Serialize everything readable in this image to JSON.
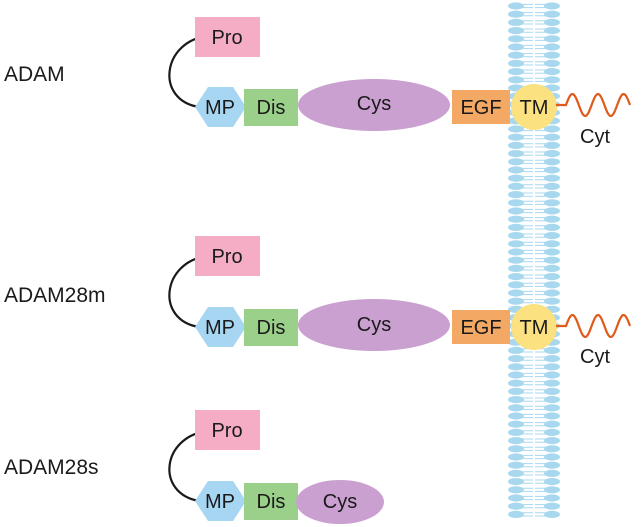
{
  "variants": [
    {
      "name": "ADAM",
      "has_egf_tm_cyt": true,
      "cys_size": "large"
    },
    {
      "name": "ADAM28m",
      "has_egf_tm_cyt": true,
      "cys_size": "large"
    },
    {
      "name": "ADAM28s",
      "has_egf_tm_cyt": false,
      "cys_size": "small"
    }
  ],
  "domains": {
    "pro": "Pro",
    "mp": "MP",
    "dis": "Dis",
    "cys": "Cys",
    "egf": "EGF",
    "tm": "TM",
    "cyt": "Cyt"
  },
  "colors": {
    "pro": "#f4adc5",
    "mp": "#a7d6f2",
    "dis": "#9bd08a",
    "cys": "#c9a0cf",
    "egf": "#f3a964",
    "tm": "#fbe17f",
    "cyt": "#e05a1a",
    "membrane": "#a8d8ee",
    "linker": "#1a1a1a"
  }
}
